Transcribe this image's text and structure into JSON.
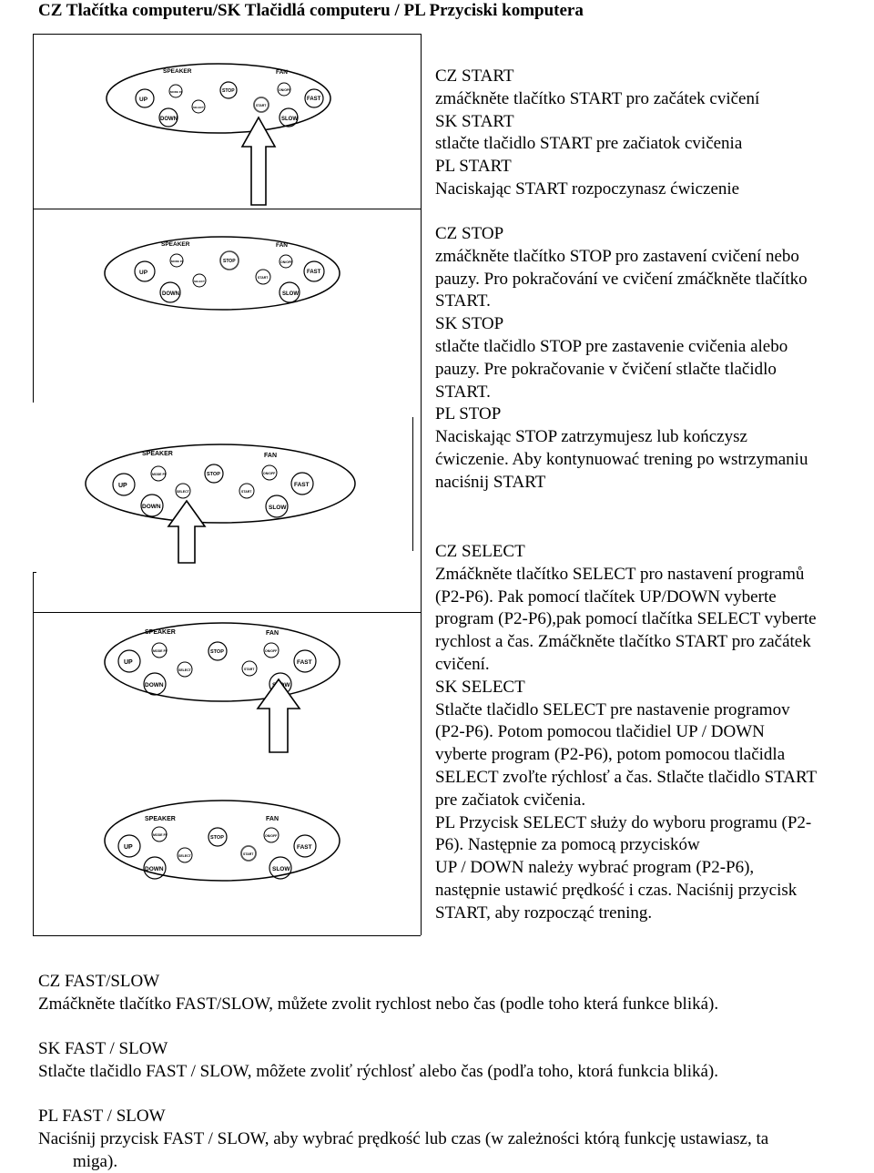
{
  "title": "CZ Tlačítka computeru/SK Tlačidlá computeru / PL Przyciski komputera",
  "panel_labels": {
    "speaker": "SPEAKER",
    "fan": "FAN",
    "up": "UP",
    "down": "DOWN",
    "fast": "FAST",
    "slow": "SLOW",
    "stop": "STOP",
    "start": "START",
    "select": "SELECT",
    "mode_ff": "MODE FF",
    "on_off": "ON/OFF"
  },
  "sections": {
    "start": [
      "CZ START",
      "zmáčkněte tlačítko START pro začátek cvičení",
      "SK START",
      "stlačte tlačidlo START pre začiatok cvičenia",
      "PL START",
      "Naciskając START rozpoczynasz ćwiczenie"
    ],
    "stop": [
      "CZ STOP",
      "zmáčkněte tlačítko STOP pro zastavení cvičení nebo",
      "pauzy. Pro pokračování ve cvičení zmáčkněte tlačítko",
      "START.",
      "SK STOP",
      "stlačte tlačidlo STOP pre zastavenie cvičenia alebo",
      "pauzy. Pre pokračovanie v čvičení stlačte tlačidlo",
      "START.",
      "PL STOP",
      "Naciskając STOP zatrzymujesz lub kończysz",
      "ćwiczenie. Aby kontynuować trening po wstrzymaniu",
      "naciśnij START"
    ],
    "select": [
      "CZ SELECT",
      "Zmáčkněte tlačítko SELECT pro nastavení programů",
      "(P2-P6). Pak pomocí tlačítek UP/DOWN vyberte",
      "program (P2-P6),pak pomocí tlačítka SELECT vyberte",
      "rychlost a čas. Zmáčkněte tlačítko START pro začátek",
      "cvičení.",
      "SK SELECT",
      "Stlačte tlačidlo SELECT pre nastavenie programov",
      "(P2-P6). Potom pomocou tlačidiel UP / DOWN",
      "vyberte program (P2-P6), potom pomocou tlačidla",
      "SELECT zvoľte rýchlosť a čas. Stlačte tlačidlo START",
      "pre začiatok cvičenia.",
      "PL Przycisk SELECT służy do wyboru programu  (P2-",
      "P6). Następnie za pomocą przycisków",
      "UP / DOWN należy wybrać program (P2-P6),",
      "następnie ustawić prędkość i czas. Naciśnij przycisk",
      "START, aby rozpocząć trening."
    ]
  },
  "bottom": {
    "cz_heading": "CZ FAST/SLOW",
    "cz_text": "Zmáčkněte tlačítko FAST/SLOW, můžete zvolit rychlost nebo čas (podle toho která funkce bliká).",
    "sk_heading": "SK FAST / SLOW",
    "sk_text": "Stlačte tlačidlo FAST / SLOW, môžete zvoliť rýchlosť alebo čas (podľa toho, ktorá funkcia bliká).",
    "pl_heading": "PL FAST / SLOW",
    "pl_text_1": "Naciśnij przycisk FAST / SLOW, aby wybrać prędkość lub czas (w zależności którą funkcję ustawiasz, ta",
    "pl_text_2": "miga)."
  }
}
